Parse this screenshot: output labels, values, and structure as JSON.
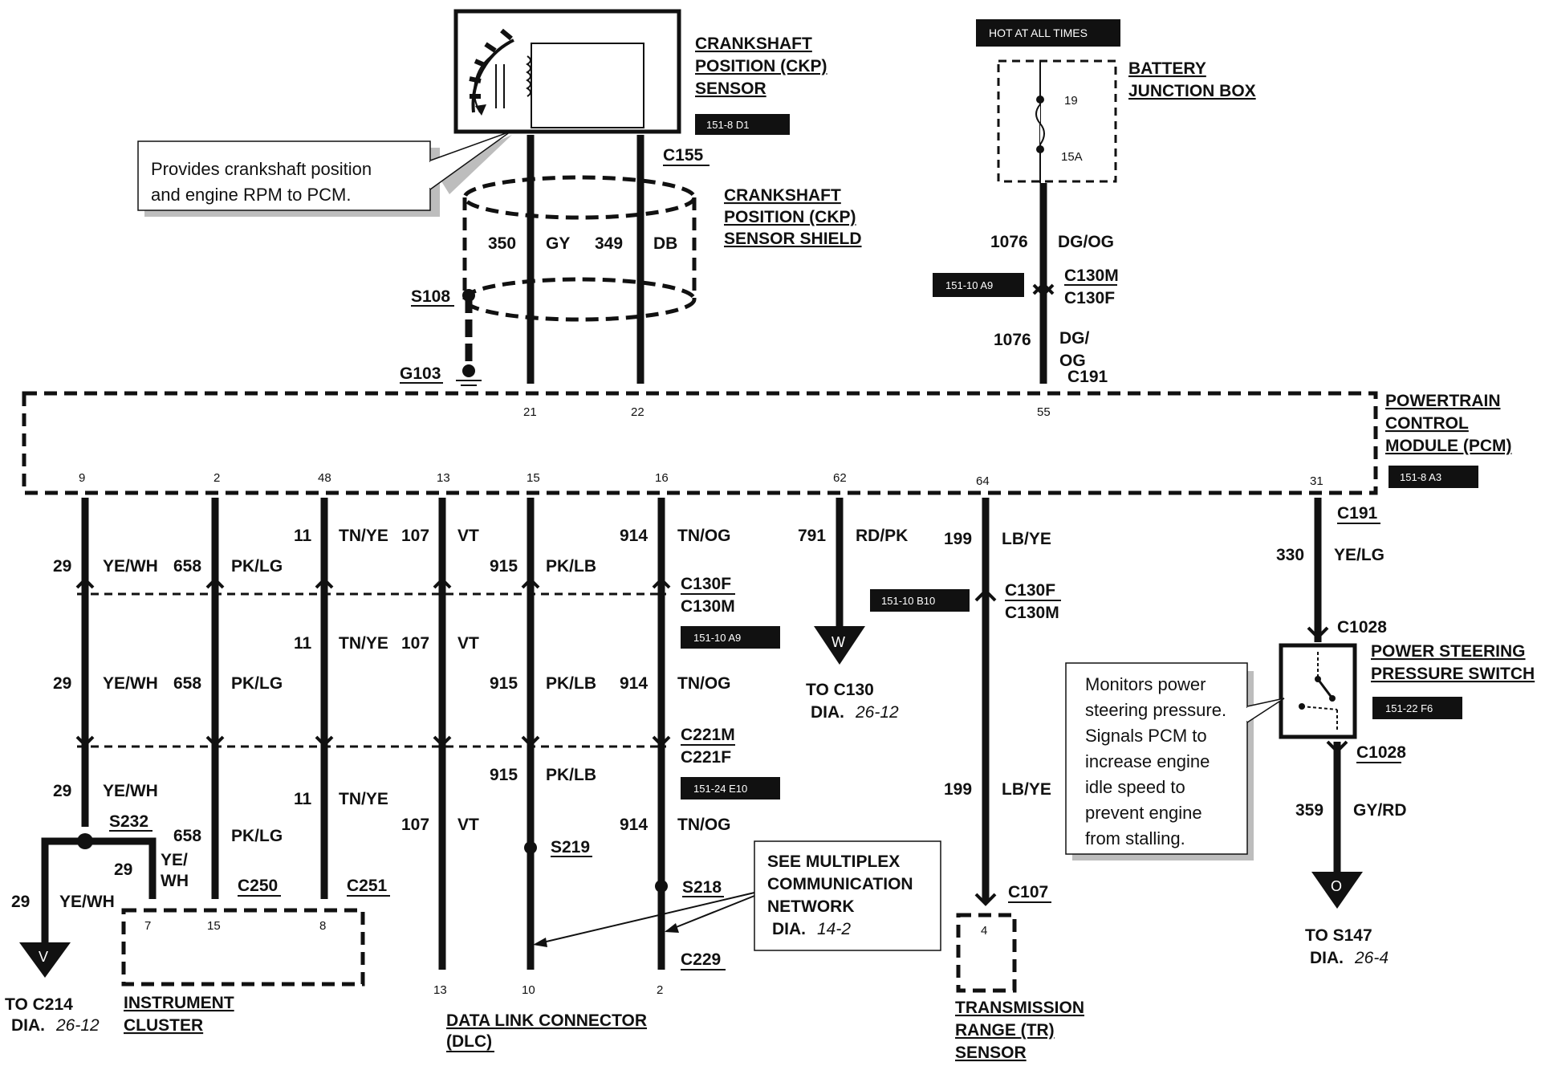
{
  "header": {
    "hot_at_all_times": "HOT AT ALL TIMES"
  },
  "components": {
    "ckp_sensor": [
      "CRANKSHAFT",
      "POSITION (CKP)",
      "SENSOR"
    ],
    "ckp_shield": [
      "CRANKSHAFT",
      "POSITION (CKP)",
      "SENSOR SHIELD"
    ],
    "battery_junction_box": [
      "BATTERY",
      "JUNCTION BOX"
    ],
    "pcm": [
      "POWERTRAIN",
      "CONTROL",
      "MODULE (PCM)"
    ],
    "ps_switch": [
      "POWER STEERING",
      "PRESSURE SWITCH"
    ],
    "instrument_cluster": [
      "INSTRUMENT",
      "CLUSTER"
    ],
    "dlc": [
      "DATA LINK CONNECTOR",
      "(DLC)"
    ],
    "tr_sensor": [
      "TRANSMISSION",
      "RANGE (TR)",
      "SENSOR"
    ]
  },
  "refs": {
    "ckp": "151-8 D1",
    "c130_top": "151-10 A9",
    "pcm": "151-8 A3",
    "c130_left": "151-10 A9",
    "c130_mid": "151-10 B10",
    "c221": "151-24 E10",
    "ps": "151-22 F6"
  },
  "notes": {
    "ckp": [
      "Provides crankshaft position",
      "and engine RPM to PCM."
    ],
    "ps": [
      "Monitors power",
      "steering pressure.",
      "Signals PCM to",
      "increase engine",
      "idle speed to",
      "prevent engine",
      "from stalling."
    ],
    "multiplex": [
      "SEE MULTIPLEX",
      "COMMUNICATION",
      "NETWORK"
    ],
    "multiplex_dia": "DIA.",
    "multiplex_dia_num": "14-2"
  },
  "connectors": {
    "c155": "C155",
    "c130m": "C130M",
    "c130f": "C130F",
    "c191": "C191",
    "c1028": "C1028",
    "c221m": "C221M",
    "c221f": "C221F",
    "c250": "C250",
    "c251": "C251",
    "c229": "C229",
    "c107": "C107",
    "s108": "S108",
    "g103": "G103",
    "s232": "S232",
    "s219": "S219",
    "s218": "S218"
  },
  "fuse": {
    "number": "19",
    "rating": "15A"
  },
  "wires": {
    "w350": "350",
    "gy": "GY",
    "w349": "349",
    "db": "DB",
    "w1076": "1076",
    "dgog": "DG/OG",
    "dg": "DG/",
    "og": "OG",
    "w29": "29",
    "yewh": "YE/WH",
    "ye": "YE/",
    "wh": "WH",
    "w658": "658",
    "pklg": "PK/LG",
    "w11": "11",
    "tnye": "TN/YE",
    "w107": "107",
    "vt": "VT",
    "w915": "915",
    "pklb": "PK/LB",
    "w914": "914",
    "tnog": "TN/OG",
    "w791": "791",
    "rdpk": "RD/PK",
    "w199": "199",
    "lbye": "LB/YE",
    "w330": "330",
    "yelg": "YE/LG",
    "w359": "359",
    "gyrd": "GY/RD"
  },
  "pins": {
    "p21": "21",
    "p22": "22",
    "p55": "55",
    "p9": "9",
    "p2": "2",
    "p48": "48",
    "p13": "13",
    "p15": "15",
    "p16": "16",
    "p62": "62",
    "p64": "64",
    "p31": "31",
    "ic7": "7",
    "ic15": "15",
    "ic8": "8",
    "dlc13": "13",
    "dlc10": "10",
    "dlc2": "2",
    "tr4": "4"
  },
  "destinations": {
    "w": {
      "letter": "W",
      "to": "TO C130",
      "dia": "DIA.",
      "num": "26-12"
    },
    "v": {
      "letter": "V",
      "to": "TO C214",
      "dia": "DIA.",
      "num": "26-12"
    },
    "o": {
      "letter": "O",
      "to": "TO S147",
      "dia": "DIA.",
      "num": "26-4"
    }
  }
}
